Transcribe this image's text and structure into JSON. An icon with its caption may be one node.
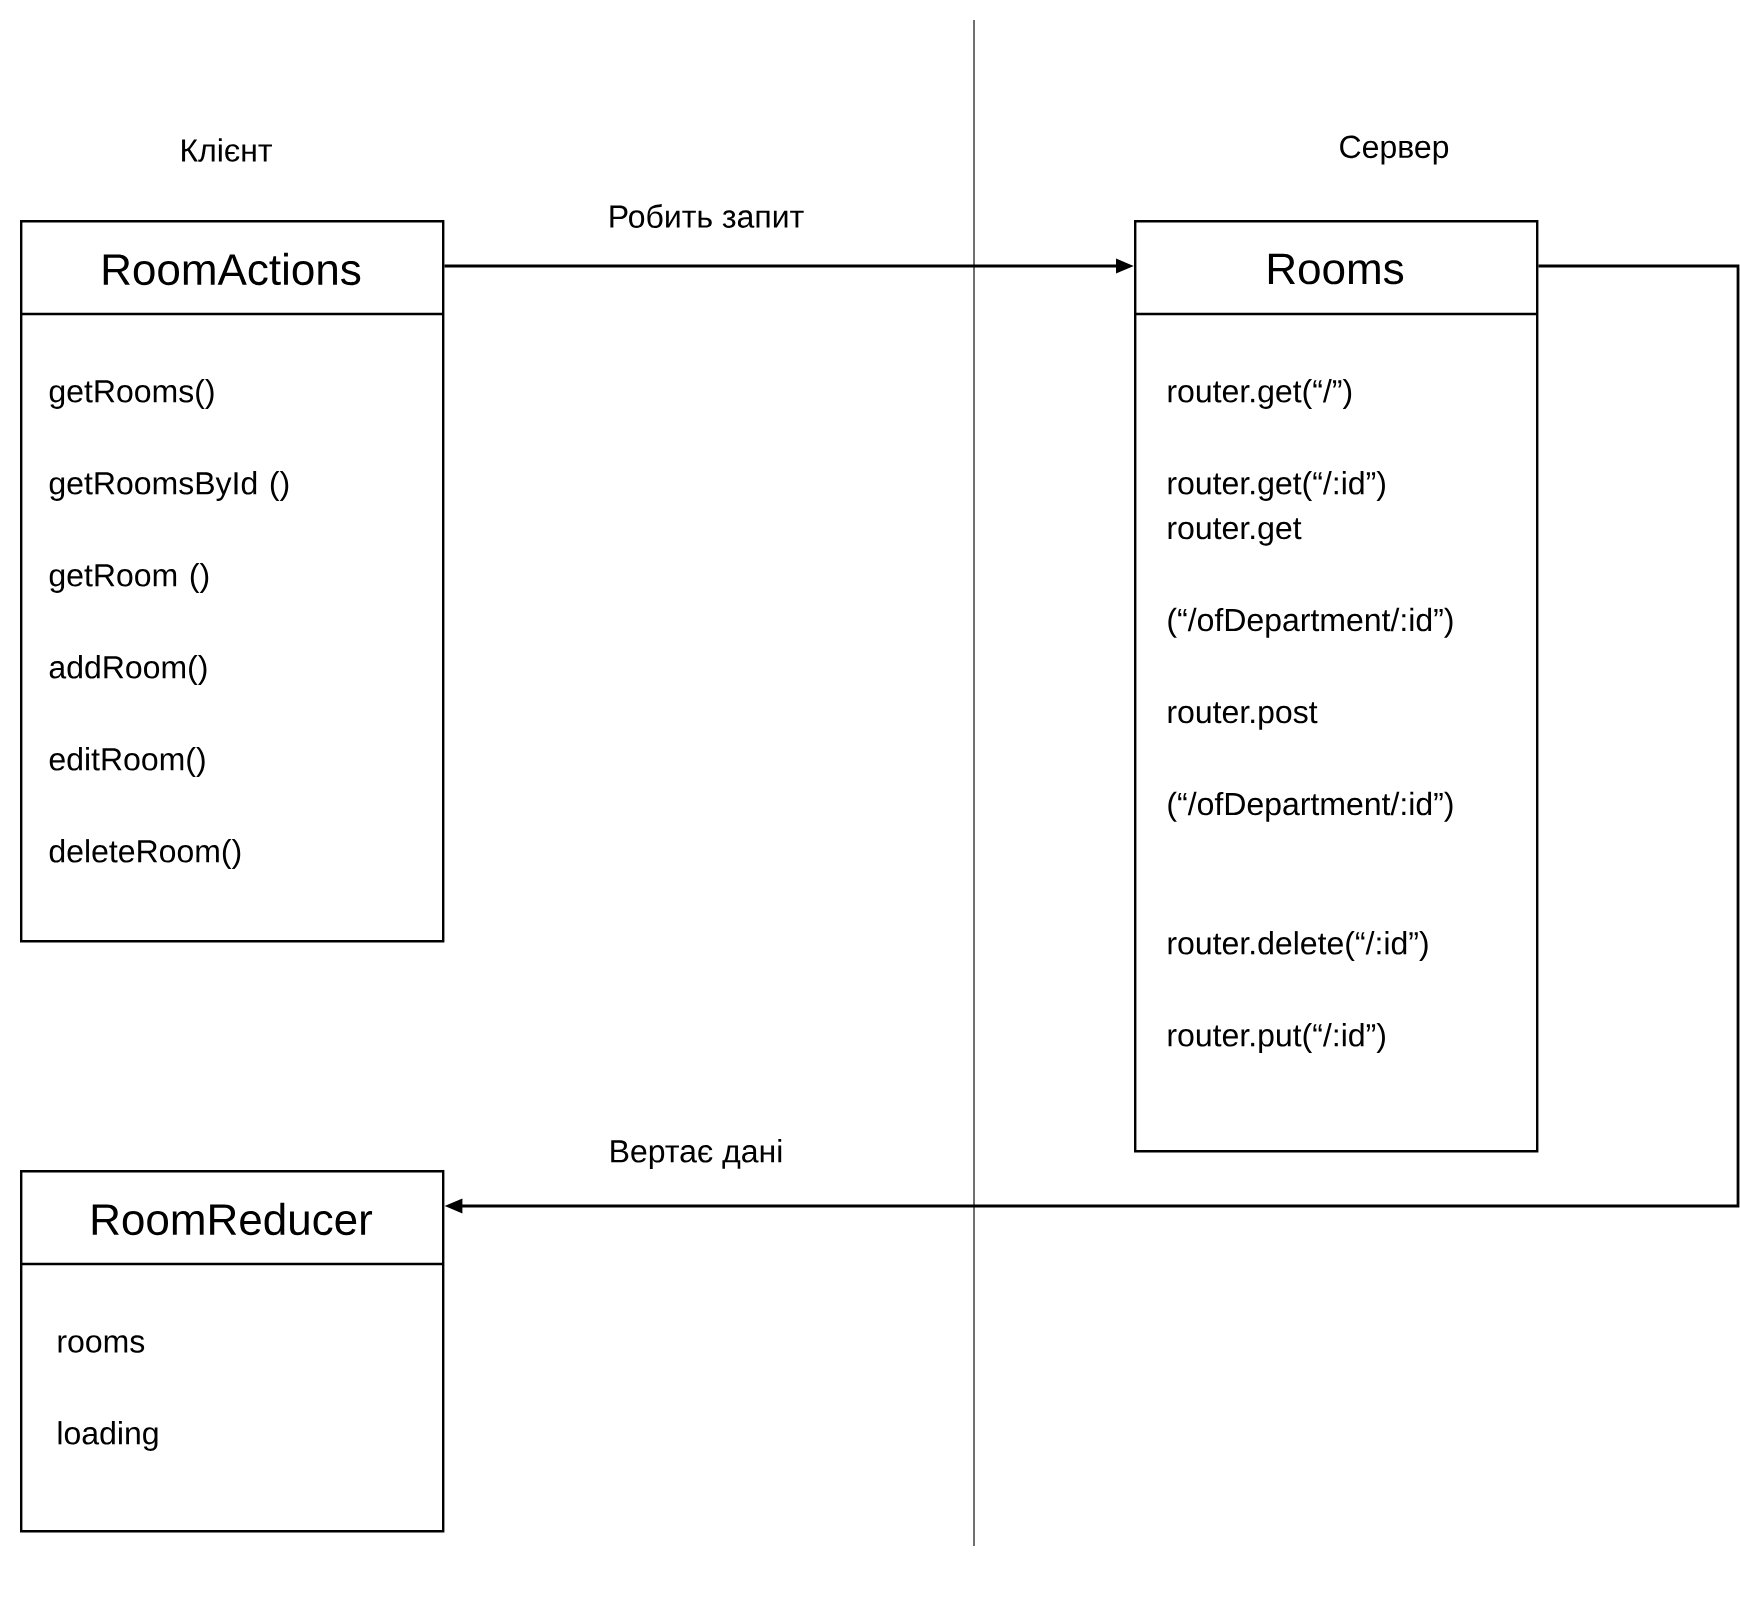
{
  "diagram": {
    "nodes": [
      {
        "text": [
          "RoomActions",
          "getRooms()",
          "getRoomsById ()",
          "getRoom ()",
          "addRoom()",
          "editRoom()",
          "deleteRoom()"
        ]
      },
      {
        "text": [
          "Rooms",
          "router.get(“/”)",
          "router.get(“/:id”)",
          "router.get (“/ofDepartment/:id”)",
          "router.post (“/ofDepartment/:id”)",
          "router.delete(“/:id”)",
          "router.put(“/:id”)"
        ]
      },
      {
        "text": [
          "RoomReducer",
          "rooms",
          "loading"
        ]
      }
    ],
    "edges": [
      {
        "from": 0,
        "to": 1,
        "arrow": "to",
        "label": "Робить запит"
      },
      {
        "from": 1,
        "to": 2,
        "arrow": "to",
        "label": "Вертає дані"
      }
    ],
    "labels": [
      "Клієнт",
      "Сервер"
    ]
  }
}
